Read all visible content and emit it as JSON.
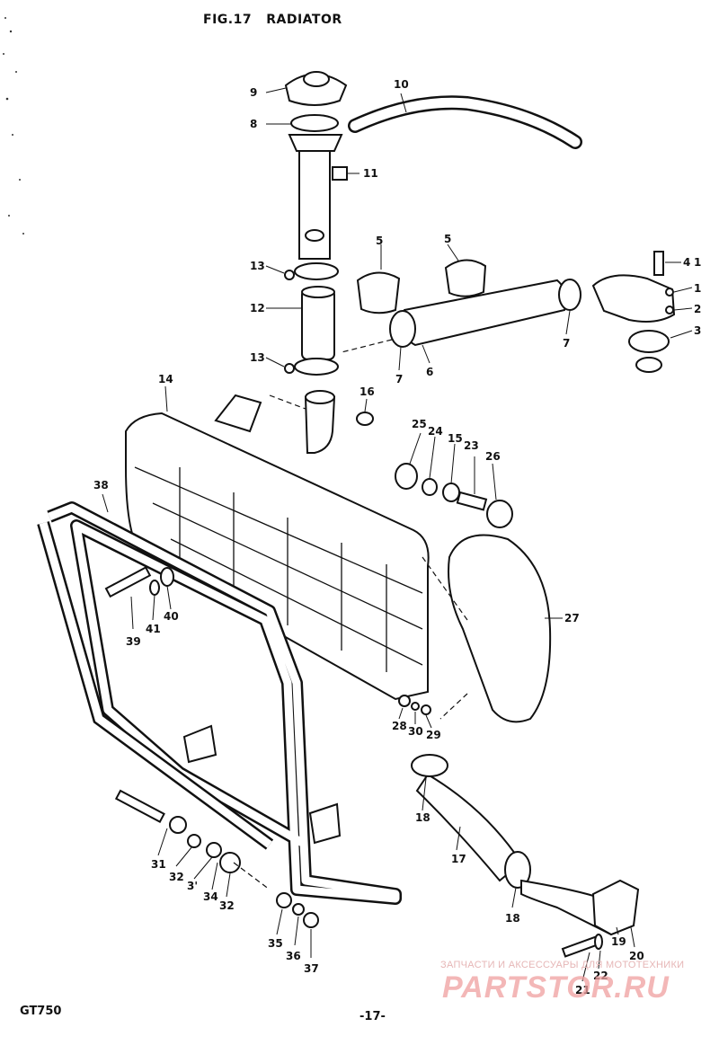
{
  "header": {
    "fig": "FIG.17",
    "title": "RADIATOR"
  },
  "footer": {
    "model": "GT750",
    "page": "-17-"
  },
  "watermark": {
    "line1": "ЗАПЧАСТИ И АКСЕССУАРЫ ДЛЯ МОТОТЕХНИКИ",
    "line2": "PARTSTOR.RU",
    "color": "#f0a0a0"
  },
  "callouts": {
    "c1": "1",
    "c2": "2",
    "c3": "3",
    "c4": "4",
    "c5a": "5",
    "c5b": "5",
    "c6": "6",
    "c7a": "7",
    "c7b": "7",
    "c8": "8",
    "c9": "9",
    "c10": "10",
    "c11": "11",
    "c12": "12",
    "c13a": "13",
    "c13b": "13",
    "c14": "14",
    "c15": "15",
    "c16": "16",
    "c17": "17",
    "c18a": "18",
    "c18b": "18",
    "c19": "19",
    "c20": "20",
    "c21": "21",
    "c22": "22",
    "c23": "23",
    "c24": "24",
    "c25": "25",
    "c26": "26",
    "c27": "27",
    "c28": "28",
    "c29": "29",
    "c30": "30",
    "c31": "31",
    "c32a": "32",
    "c32b": "32",
    "c33": "3'",
    "c34": "34",
    "c35": "35",
    "c36": "36",
    "c37": "37",
    "c38": "38",
    "c39": "39",
    "c40": "40",
    "c41": "41"
  }
}
